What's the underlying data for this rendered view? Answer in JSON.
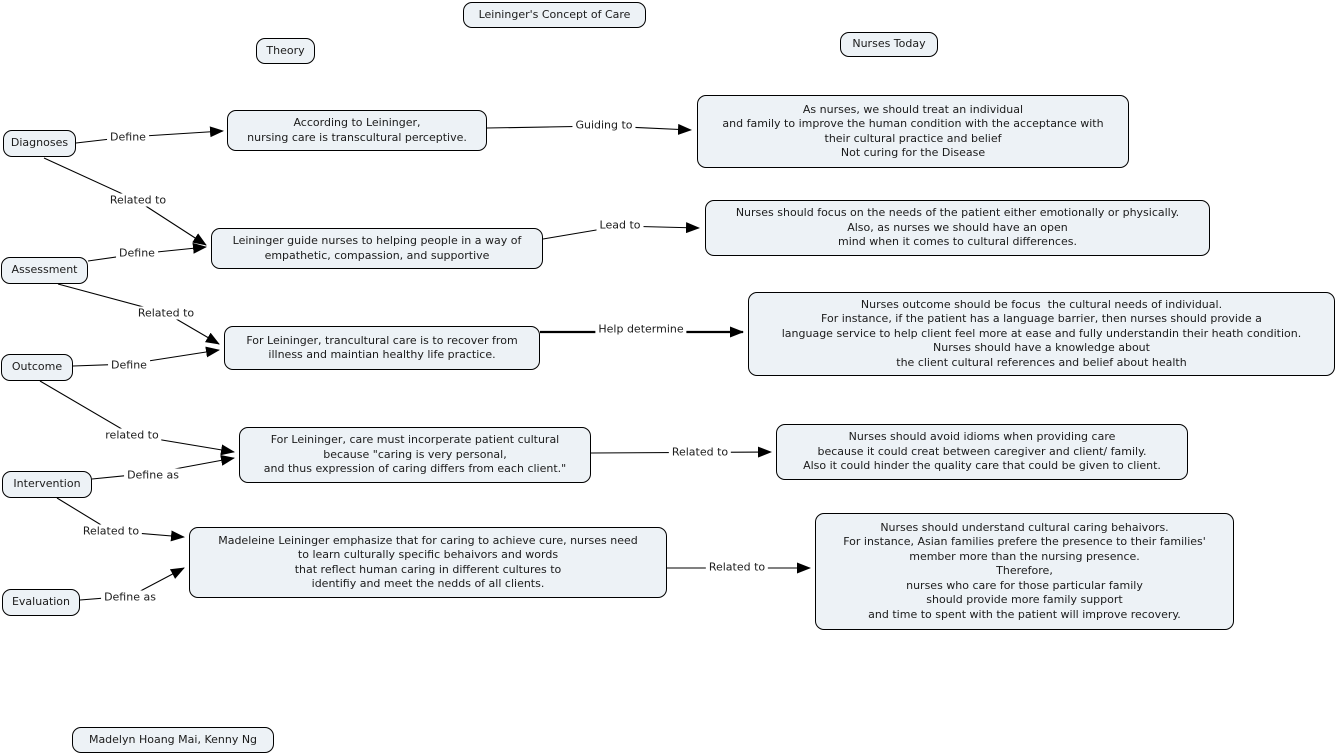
{
  "title": "Leininger's Concept of Care",
  "headers": {
    "theory": "Theory",
    "nurses": "Nurses Today"
  },
  "stages": {
    "diagnoses": "Diagnoses",
    "assessment": "Assessment",
    "outcome": "Outcome",
    "intervention": "Intervention",
    "evaluation": "Evaluation"
  },
  "theory": {
    "b1": "According to Leininger,\nnursing care is transcultural perceptive.",
    "b2": "Leininger guide nurses to helping people in a way of\nempathetic, compassion, and supportive",
    "b3": "For Leininger, trancultural care is to recover from\nillness and maintian healthy life practice.",
    "b4": "For Leininger, care must incorperate patient cultural\nbecause \"caring is very personal,\nand thus expression of caring differs from each client.\"",
    "b5": "Madeleine Leininger emphasize that for caring to achieve cure, nurses need\nto learn culturally specific behaivors and words\nthat reflect human caring in different cultures to\nidentifiy and meet the nedds of all clients."
  },
  "nurses": {
    "n1": "As nurses, we should treat an individual\nand family to improve the human condition with the acceptance with\ntheir cultural practice and belief\nNot curing for the Disease",
    "n2": "Nurses should focus on the needs of the patient either emotionally or physically.\nAlso, as nurses we should have an open\nmind when it comes to cultural differences.",
    "n3": "Nurses outcome should be focus  the cultural needs of individual.\nFor instance, if the patient has a language barrier, then nurses should provide a\nlanguage service to help client feel more at ease and fully understandin their heath condition.\nNurses should have a knowledge about\nthe client cultural references and belief about health",
    "n4": "Nurses should avoid idioms when providing care\nbecause it could creat between caregiver and client/ family.\nAlso it could hinder the quality care that could be given to client.",
    "n5": "Nurses should understand cultural caring behaivors.\nFor instance, Asian families prefere the presence to their families'\nmember more than the nursing presence.\nTherefore,\nnurses who care for those particular family\nshould provide more family support\nand time to spent with the patient will improve recovery."
  },
  "edges": {
    "diagnoses_define": "Define",
    "guiding_to": "Guiding to",
    "diagnoses_related": "Related to",
    "assessment_define": "Define",
    "lead_to": "Lead to",
    "assessment_related": "Related to",
    "outcome_define": "Define",
    "help_determine": "Help determine",
    "outcome_related": "related to",
    "intervention_define_as": "Define as",
    "theory4_related": "Related to",
    "intervention_related": "Related to",
    "evaluation_define_as": "Define as",
    "theory5_related": "Related to"
  },
  "authors": "Madelyn Hoang Mai, Kenny Ng",
  "colors": {
    "node_fill": "#edf2f6",
    "node_border": "#000000",
    "connector": "#000000",
    "background": "#ffffff"
  }
}
